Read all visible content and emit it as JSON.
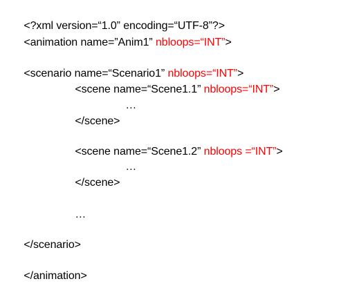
{
  "lines": {
    "xml_decl": {
      "text": "<?xml version=“1.0” encoding=“UTF-8”?>"
    },
    "anim_open": {
      "part1": "<animation name=”Anim1” ",
      "attr": "nbloops=“INT”",
      "part3": ">"
    },
    "scenario_open": {
      "part1": "<scenario name=“Scenario1” ",
      "attr": "nbloops=“INT”",
      "part3": ">"
    },
    "scene1_open": {
      "part1": "<scene name=“Scene1.1” ",
      "attr": "nbloops=“INT”",
      "part3": ">"
    },
    "ellipsis_1": {
      "text": "…"
    },
    "scene1_close": {
      "text": "</scene>"
    },
    "scene2_open": {
      "part1": "<scene name=“Scene1.2” ",
      "attr": "nbloops =“INT”",
      "part3": ">"
    },
    "ellipsis_2": {
      "text": "…"
    },
    "scene2_close": {
      "text": "</scene>"
    },
    "ellipsis_3": {
      "text": "…"
    },
    "scenario_close": {
      "text": "</scenario>"
    },
    "anim_close": {
      "text": "</animation>"
    }
  },
  "colors": {
    "text": "#000000",
    "attribute_highlight": "#ff0000",
    "background": "#ffffff"
  }
}
